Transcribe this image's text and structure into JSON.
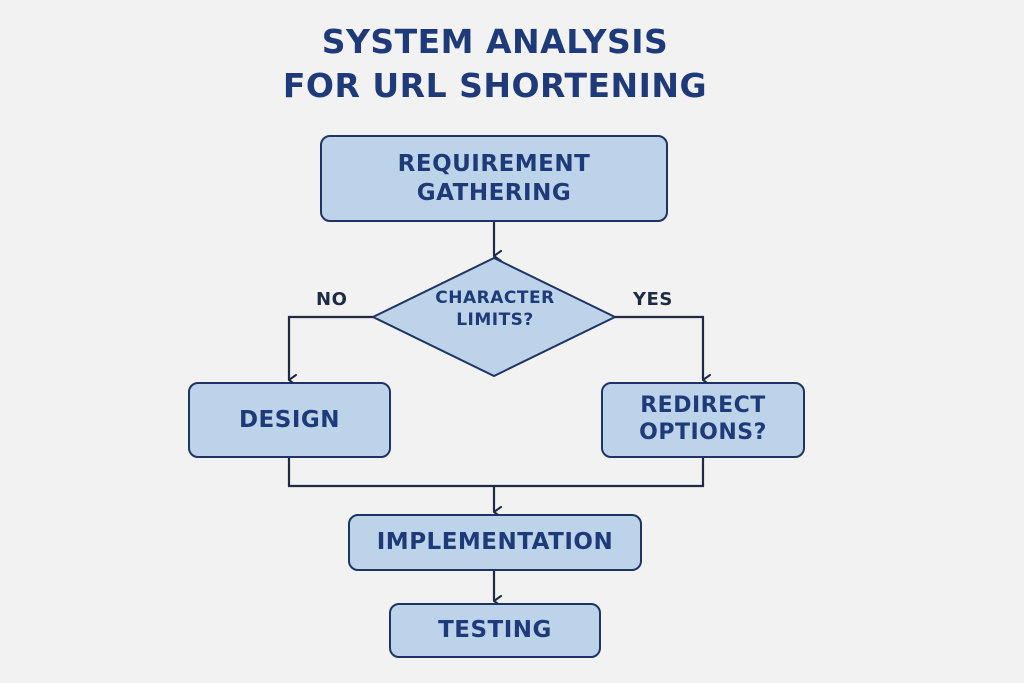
{
  "title": {
    "line1": "SYSTEM ANALYSIS",
    "line2": "FOR URL SHORTENING"
  },
  "nodes": {
    "requirement": {
      "line1": "REQUIREMENT",
      "line2": "GATHERING"
    },
    "decision": {
      "line1": "CHARACTER",
      "line2": "LIMITS?"
    },
    "design": {
      "label": "DESIGN"
    },
    "redirect": {
      "line1": "REDIRECT",
      "line2": "OPTIONS?"
    },
    "implementation": {
      "label": "IMPLEMENTATION"
    },
    "testing": {
      "label": "TESTING"
    }
  },
  "branches": {
    "no": "NO",
    "yes": "YES"
  },
  "colors": {
    "box_fill": "#bcd3ea",
    "box_border": "#1f3464",
    "text": "#1f3a78",
    "connector": "#1f2a44",
    "background": "#f2f2f3"
  }
}
